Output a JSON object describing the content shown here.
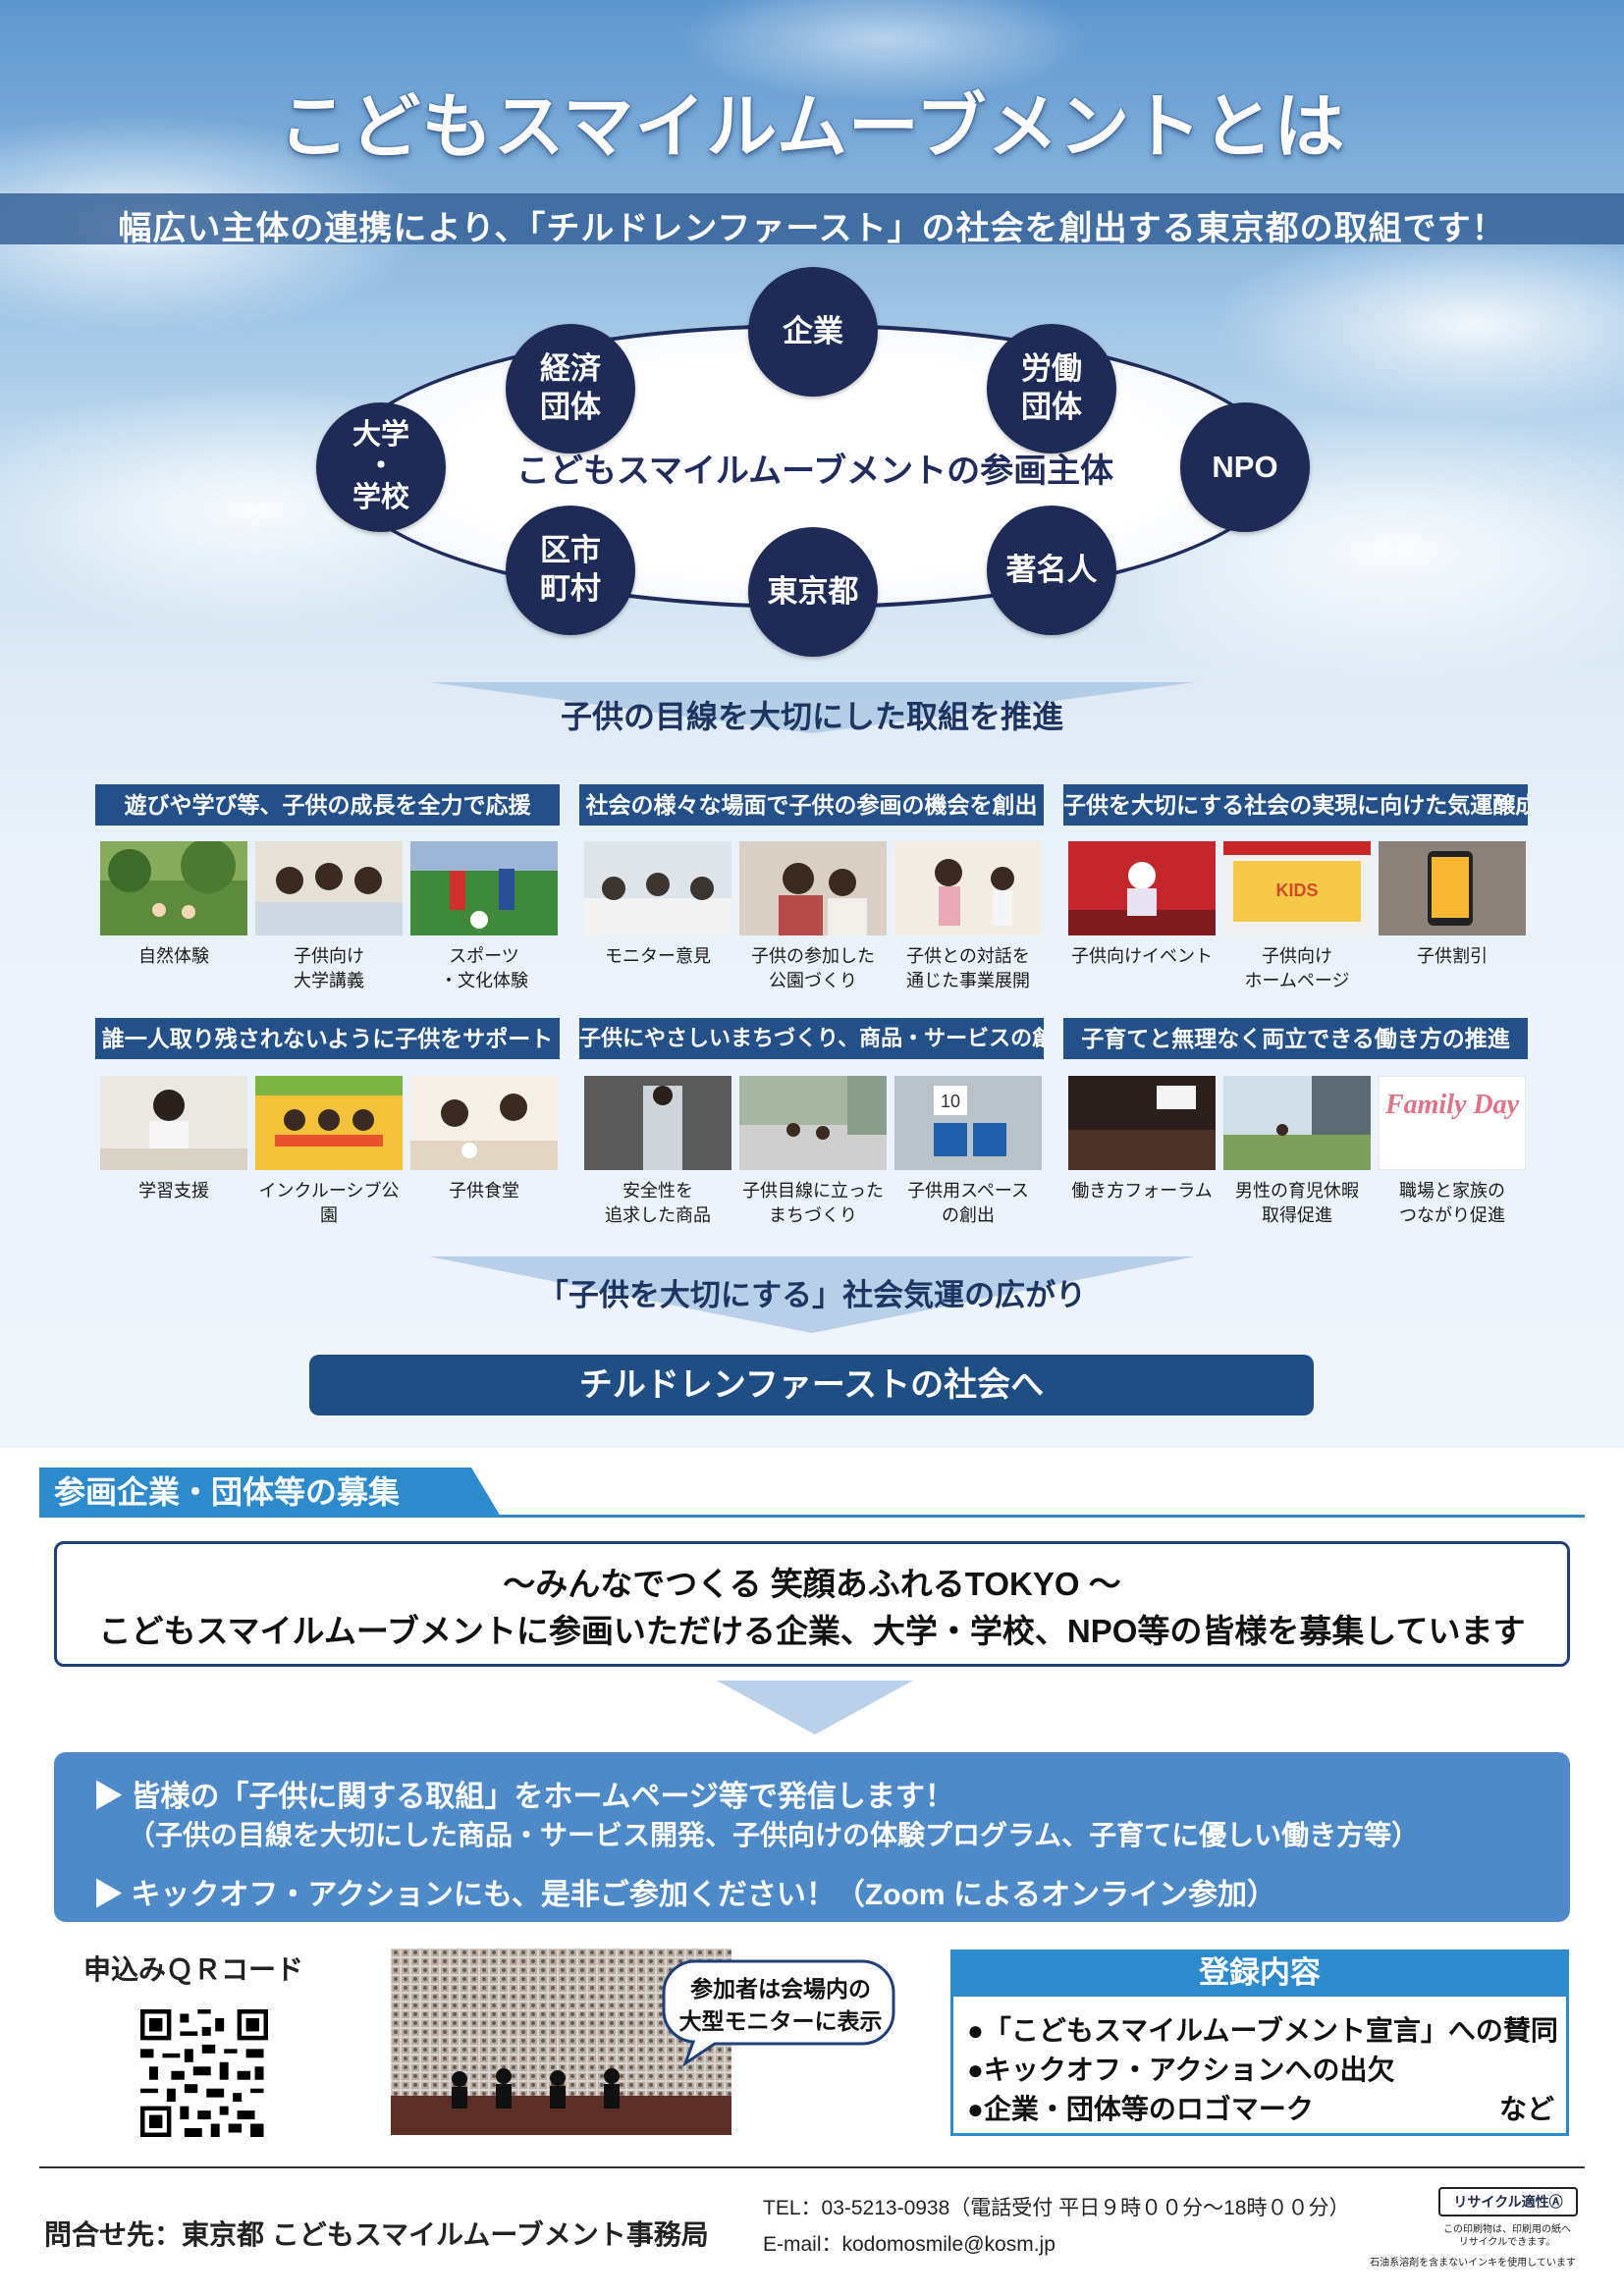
{
  "header": {
    "title": "こどもスマイルムーブメントとは",
    "subtitle": "幅広い主体の連携により、「チルドレンファースト」の社会を創出する東京都の取組です！"
  },
  "diagram": {
    "center_label": "こどもスマイルムーブメントの参画主体",
    "nodes": [
      {
        "label": "企業"
      },
      {
        "label": "経済\n団体"
      },
      {
        "label": "労働\n団体"
      },
      {
        "label": "大学\n・\n学校"
      },
      {
        "label": "NPO"
      },
      {
        "label": "区市\n町村"
      },
      {
        "label": "東京都"
      },
      {
        "label": "著名人"
      }
    ]
  },
  "promote_text": "子供の目線を大切にした取組を推進",
  "categories": [
    {
      "title": "遊びや学び等、子供の成長を全力で応援",
      "items": [
        "自然体験",
        "子供向け\n大学講義",
        "スポーツ\n・文化体験"
      ]
    },
    {
      "title": "社会の様々な場面で子供の参画の機会を創出",
      "items": [
        "モニター意見",
        "子供の参加した\n公園づくり",
        "子供との対話を\n通じた事業展開"
      ]
    },
    {
      "title": "子供を大切にする社会の実現に向けた気運醸成",
      "items": [
        "子供向けイベント",
        "子供向け\nホームページ",
        "子供割引"
      ]
    },
    {
      "title": "誰一人取り残されないように子供をサポート",
      "items": [
        "学習支援",
        "インクルーシブ公園",
        "子供食堂"
      ]
    },
    {
      "title": "子供にやさしいまちづくり、商品・サービスの創出",
      "items": [
        "安全性を\n追求した商品",
        "子供目線に立った\nまちづくり",
        "子供用スペース\nの創出"
      ]
    },
    {
      "title": "子育てと無理なく両立できる働き方の推進",
      "items": [
        "働き方フォーラム",
        "男性の育児休暇\n取得促進",
        "職場と家族の\nつながり促進"
      ]
    }
  ],
  "photo_texts": {
    "kids": "KIDS",
    "family_day": "Family Day",
    "sign_number": "10"
  },
  "spread_text": "「子供を大切にする」社会気運の広がり",
  "final_text": "チルドレンファーストの社会へ",
  "recruit": {
    "tab": "参画企業・団体等の募集",
    "slogan1": "〜みんなでつくる 笑顔あふれるTOKYO 〜",
    "slogan2": "こどもスマイルムーブメントに参画いただける企業、大学・学校、NPO等の皆様を募集しています",
    "benefit1": "▶ 皆様の「子供に関する取組」をホームページ等で発信します！",
    "benefit1_sub": "（子供の目線を大切にした商品・サービス開発、子供向けの体験プログラム、子育てに優しい働き方等）",
    "benefit2": "▶ キックオフ・アクションにも、是非ご参加ください！（Zoom によるオンライン参加）"
  },
  "qr_label": "申込みＱＲコード",
  "speech_bubble": "参加者は会場内の\n大型モニターに表示",
  "registration": {
    "title": "登録内容",
    "items": [
      "●「こどもスマイルムーブメント宣言」への賛同",
      "●キックオフ・アクションへの出欠",
      "●企業・団体等のロゴマーク"
    ],
    "etc": "など"
  },
  "footer": {
    "contact": "問合せ先：東京都 こどもスマイルムーブメント事務局",
    "tel": "TEL：03-5213-0938（電話受付 平日９時００分〜18時００分）",
    "email": "E-mail：kodomosmile@kosm.jp",
    "recycle_label": "リサイクル適性Ⓐ",
    "recycle_note1": "この印刷物は、印刷用の紙へ",
    "recycle_note2": "リサイクルできます。",
    "ink_note": "石油系溶剤を含まないインキを使用しています"
  },
  "colors": {
    "navy": "#1e2b56",
    "accent_blue": "#2d8acb",
    "category_blue": "#24508a"
  }
}
